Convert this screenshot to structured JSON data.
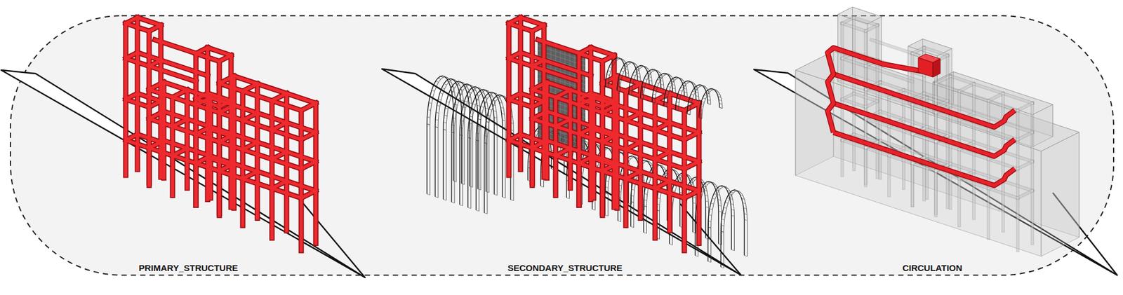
{
  "diagram": {
    "labels": [
      "PRIMARY_STRUCTURE",
      "SECONDARY_STRUCTURE",
      "CIRCULATION"
    ]
  }
}
